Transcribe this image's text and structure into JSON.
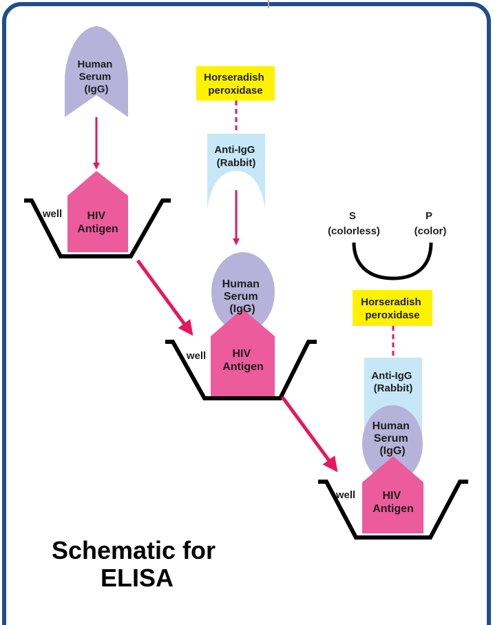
{
  "diagram": {
    "title_line1": "Schematic for",
    "title_line2": "ELISA",
    "step1": {
      "serum_line1": "Human",
      "serum_line2": "Serum",
      "serum_line3": "(IgG)",
      "antigen_line1": "HIV",
      "antigen_line2": "Antigen",
      "well": "well"
    },
    "step2": {
      "enzyme_line1": "Horseradish",
      "enzyme_line2": "peroxidase",
      "antibody_line1": "Anti-IgG",
      "antibody_line2": "(Rabbit)",
      "serum_line1": "Human",
      "serum_line2": "Serum",
      "serum_line3": "(IgG)",
      "antigen_line1": "HIV",
      "antigen_line2": "Antigen",
      "well": "well"
    },
    "step3": {
      "substrate_line1": "S",
      "substrate_line2": "(colorless)",
      "product_line1": "P",
      "product_line2": "(color)",
      "enzyme_line1": "Horseradish",
      "enzyme_line2": "peroxidase",
      "antibody_line1": "Anti-IgG",
      "antibody_line2": "(Rabbit)",
      "serum_line1": "Human",
      "serum_line2": "Serum",
      "serum_line3": "(IgG)",
      "antigen_line1": "HIV",
      "antigen_line2": "Antigen",
      "well": "well"
    },
    "colors": {
      "border": "#1f4e8c",
      "serum": "#b7b2d9",
      "antigen": "#ec5b9c",
      "antibody": "#c6e7f7",
      "enzyme": "#fff200",
      "arrow": "#e5185f",
      "well": "#000000"
    }
  }
}
